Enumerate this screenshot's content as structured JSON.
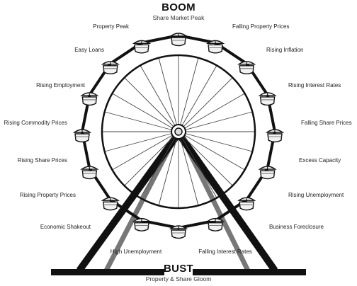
{
  "top": {
    "title": "BOOM",
    "subtitle": "Share Market Peak"
  },
  "bottom": {
    "title": "BUST",
    "subtitle": "Property & Share Gloom"
  },
  "cycle_labels": [
    "Property Peak",
    "Falling Property Prices",
    "Easy Loans",
    "Rising Inflation",
    "Rising Employment",
    "Rising Interest Rates",
    "Rising Commodity Prices",
    "Falling Share Prices",
    "Rising Share Prices",
    "Excess Capacity",
    "Rising Property Prices",
    "Rising Unemployment",
    "Economic Shakeout",
    "Business Foreclosure",
    "High Unemployment",
    "Falling Interest Rates"
  ],
  "colors": {
    "structure": "#111111",
    "shadow_leg": "#777777",
    "background": "#ffffff"
  }
}
